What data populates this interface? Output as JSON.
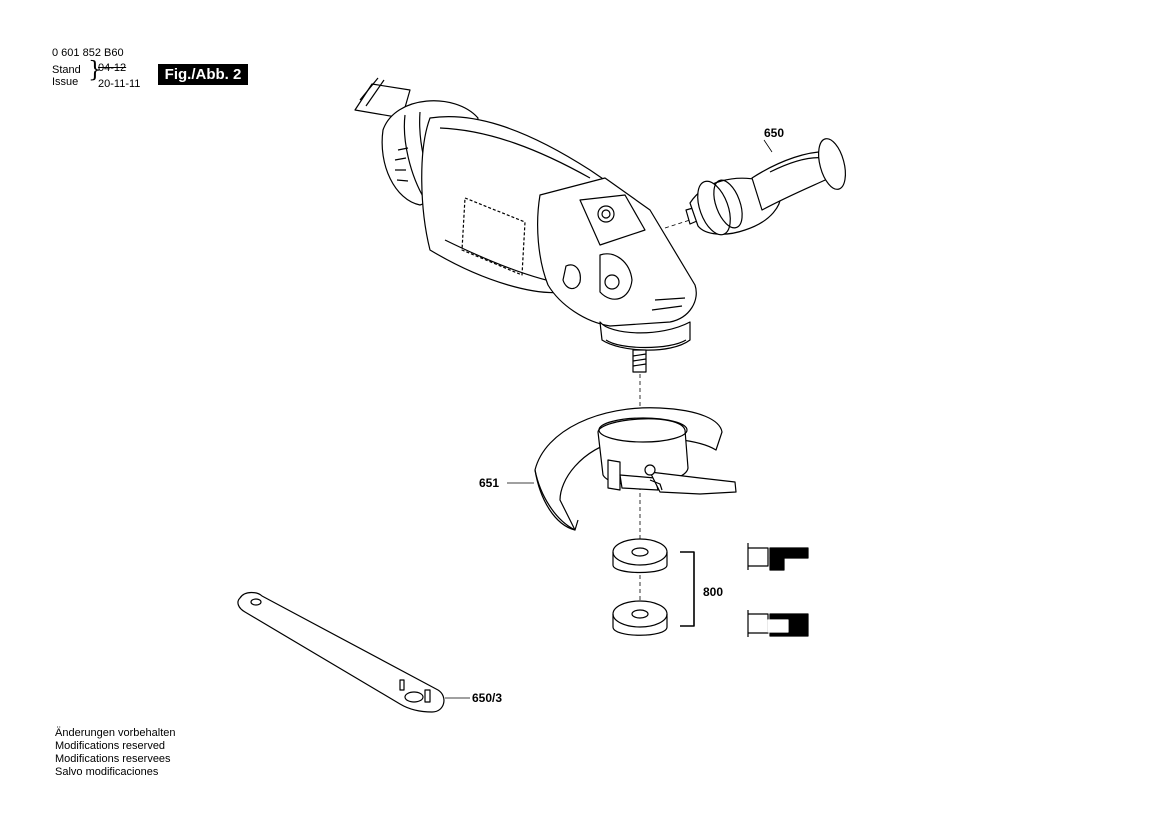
{
  "header": {
    "doc_number": "0 601 852 B60",
    "stand_label": "Stand",
    "issue_label": "Issue",
    "stand_date": "04-12",
    "issue_date": "20-11-11",
    "figure_badge": "Fig./Abb. 2"
  },
  "parts": {
    "side_handle": "650",
    "guard": "651",
    "flange_set": "800",
    "spanner": "650/3"
  },
  "footer": {
    "lines": [
      "Änderungen vorbehalten",
      "Modifications reserved",
      "Modifications reservees",
      "Salvo modificaciones"
    ]
  }
}
